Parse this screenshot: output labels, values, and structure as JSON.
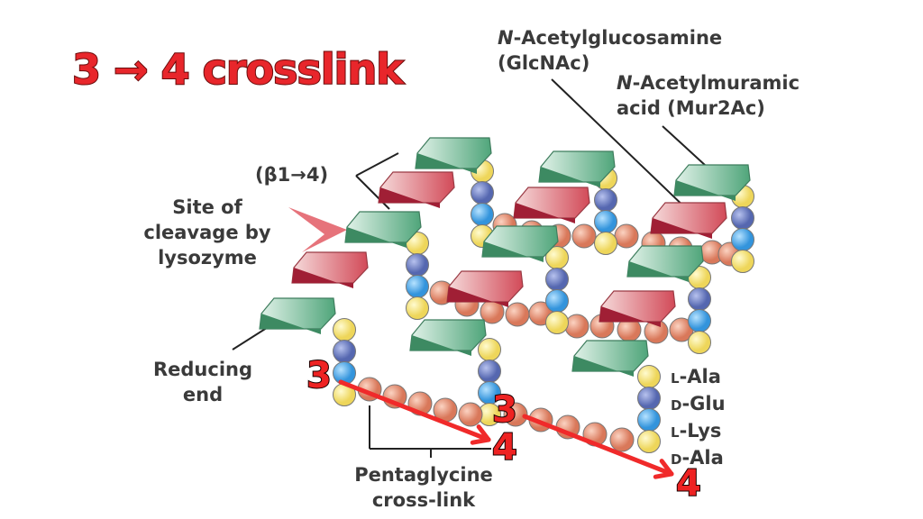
{
  "title": "3 → 4 crosslink",
  "labels": {
    "glcnac_line1_italic": "N",
    "glcnac_line1": "-Acetylglucosamine",
    "glcnac_line2": "(GlcNAc)",
    "murnac_line1_italic": "N",
    "murnac_line1": "-Acetylmuramic",
    "murnac_line2": "acid (Mur2Ac)",
    "beta_bond": "(β1→4)",
    "cleavage_line1": "Site of",
    "cleavage_line2": "cleavage by",
    "cleavage_line3": "lysozyme",
    "reducing_line1": "Reducing",
    "reducing_line2": "end",
    "pentaglycine_line1": "Pentaglycine",
    "pentaglycine_line2": "cross-link",
    "residues": [
      {
        "prefix": "L",
        "name": "-Ala"
      },
      {
        "prefix": "D",
        "name": "-Glu"
      },
      {
        "prefix": "L",
        "name": "-Lys"
      },
      {
        "prefix": "D",
        "name": "-Ala"
      }
    ]
  },
  "annotations": {
    "from1": "3",
    "to1": "4",
    "from2": "3",
    "to2": "4"
  },
  "colors": {
    "glcnac": "#5fb38a",
    "murnac": "#d9555f",
    "ala": "#f3e27a",
    "glu": "#6f82c4",
    "lys": "#4fa8e6",
    "gly": "#e89b7e",
    "arrow": "#f02a2a"
  }
}
